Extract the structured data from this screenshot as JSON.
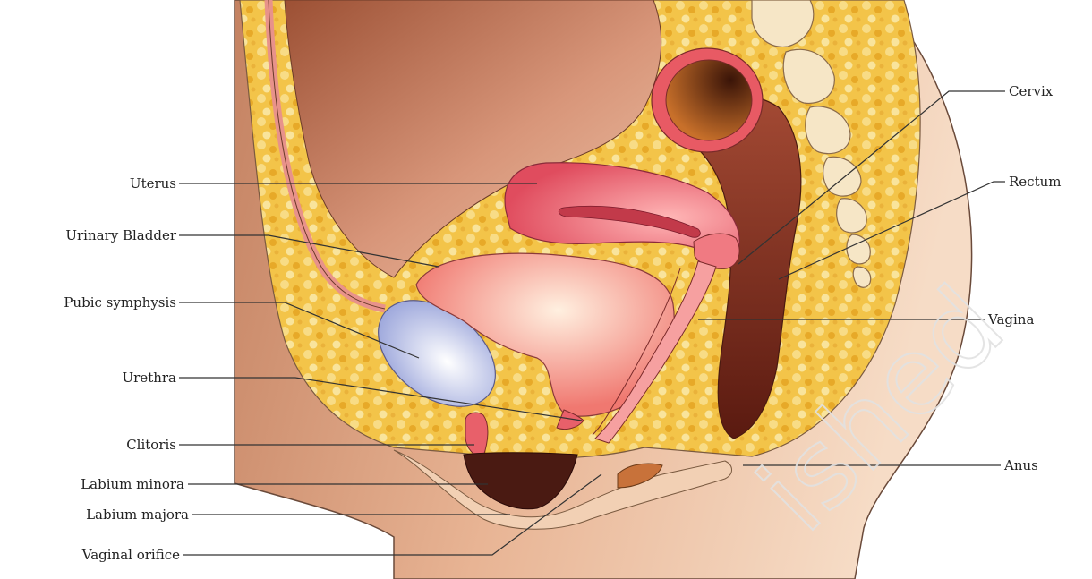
{
  "diagram": {
    "labels_left": {
      "uterus": "Uterus",
      "urinary_bladder": "Urinary Bladder",
      "pubic_symphysis": "Pubic symphysis",
      "urethra": "Urethra",
      "clitoris": "Clitoris",
      "labium_minora": "Labium minora",
      "labium_majora": "Labium majora",
      "vaginal_orifice": "Vaginal orifice"
    },
    "labels_right": {
      "cervix": "Cervix",
      "rectum": "Rectum",
      "vagina": "Vagina",
      "anus": "Anus"
    },
    "watermark": "ished"
  },
  "colors": {
    "fat_tissue": "#f2c24a",
    "skin": "#e8b08a",
    "muscle": "#b86e4c",
    "uterus": "#e8566a",
    "bladder": "#f4a48c",
    "pubic_bone": "#b8c2e8",
    "rectum": "#7a3020",
    "vertebrae": "#f4e4c4"
  }
}
